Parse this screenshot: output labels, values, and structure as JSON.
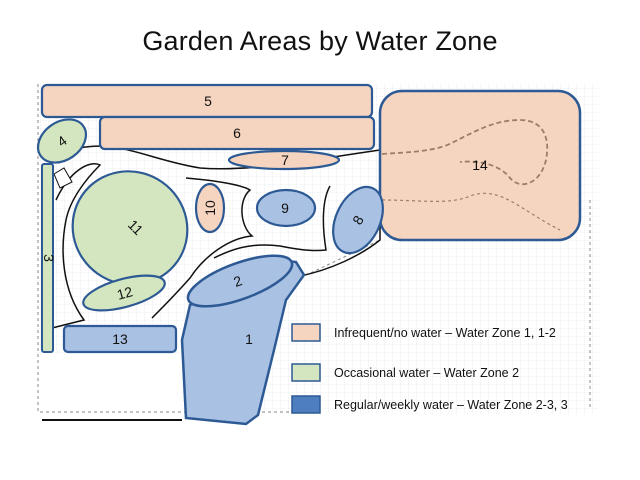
{
  "title": "Garden Areas by Water Zone",
  "colors": {
    "infrequent_fill": "#f6d5c0",
    "occasional_fill": "#d3e6c0",
    "regular_fill": "#a9c1e3",
    "border": "#2d5a94",
    "grid": "#dde1e8"
  },
  "areas": [
    {
      "id": "1",
      "label": "1",
      "zone": "regular"
    },
    {
      "id": "2",
      "label": "2",
      "zone": "regular"
    },
    {
      "id": "3",
      "label": "3",
      "zone": "occasional"
    },
    {
      "id": "4",
      "label": "4",
      "zone": "occasional"
    },
    {
      "id": "5",
      "label": "5",
      "zone": "infrequent"
    },
    {
      "id": "6",
      "label": "6",
      "zone": "infrequent"
    },
    {
      "id": "7",
      "label": "7",
      "zone": "infrequent"
    },
    {
      "id": "8",
      "label": "8",
      "zone": "regular"
    },
    {
      "id": "9",
      "label": "9",
      "zone": "regular"
    },
    {
      "id": "10",
      "label": "10",
      "zone": "infrequent"
    },
    {
      "id": "11",
      "label": "11",
      "zone": "occasional"
    },
    {
      "id": "12",
      "label": "12",
      "zone": "occasional"
    },
    {
      "id": "13",
      "label": "13",
      "zone": "regular"
    },
    {
      "id": "14",
      "label": "14",
      "zone": "infrequent"
    }
  ],
  "legend": [
    {
      "zone": "infrequent",
      "text": "Infrequent/no water – Water Zone 1, 1-2"
    },
    {
      "zone": "occasional",
      "text": "Occasional water – Water Zone 2"
    },
    {
      "zone": "regular",
      "text": "Regular/weekly water – Water Zone 2-3, 3"
    }
  ]
}
